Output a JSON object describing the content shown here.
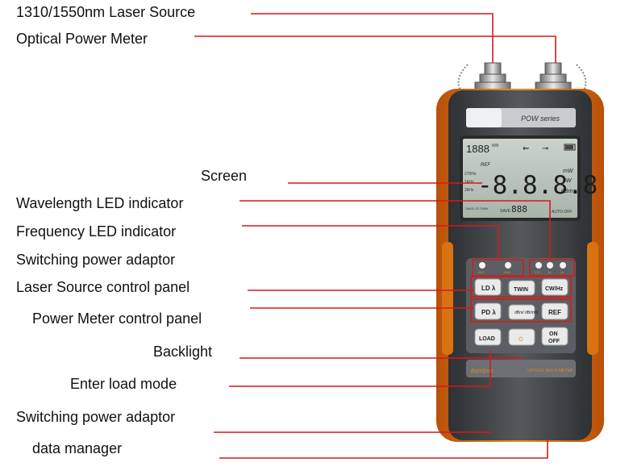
{
  "labels": {
    "laser_source": "1310/1550nm Laser Source",
    "power_meter": "Optical Power Meter",
    "screen": "Screen",
    "wavelength_led": "Wavelength LED indicator",
    "frequency_led": "Frequency LED indicator",
    "switching_adaptor_1": "Switching power adaptor",
    "laser_panel": "Laser Source control panel",
    "meter_panel": "Power Meter control panel",
    "backlight": "Backlight",
    "load_mode": "Enter load mode",
    "switching_adaptor_2": "Switching power adaptor",
    "data_manager": "data manager"
  },
  "device": {
    "series": "POW series",
    "brand": "Bandzon",
    "model": "OPTICAL MULTI-METER",
    "screen": {
      "wavelength": "1888",
      "wavelength_unit": "nm",
      "ref": "REF",
      "main_reading": "-8.8.8.8",
      "unit_mw": "mW",
      "unit_uw": "uW",
      "unit_dbm": "dBm",
      "freq1": "270Hz",
      "freq2": "1kHz",
      "freq3": "2kHz",
      "save_label": "SAVE",
      "save_value": "888",
      "auto_off": "AUTO-OFF",
      "mem_label": "SAVE LD\nTWIN"
    },
    "leds": [
      "1310",
      "1550",
      "270",
      "1k",
      "2k"
    ],
    "buttons": {
      "ld": "LD λ",
      "twin": "TWIN",
      "cw": "CW/Hz",
      "pd": "PD λ",
      "dbm": "dBm/\ndB/mW",
      "ref": "REF",
      "load": "LOAD",
      "onoff_1": "ON",
      "onoff_2": "OFF"
    }
  }
}
